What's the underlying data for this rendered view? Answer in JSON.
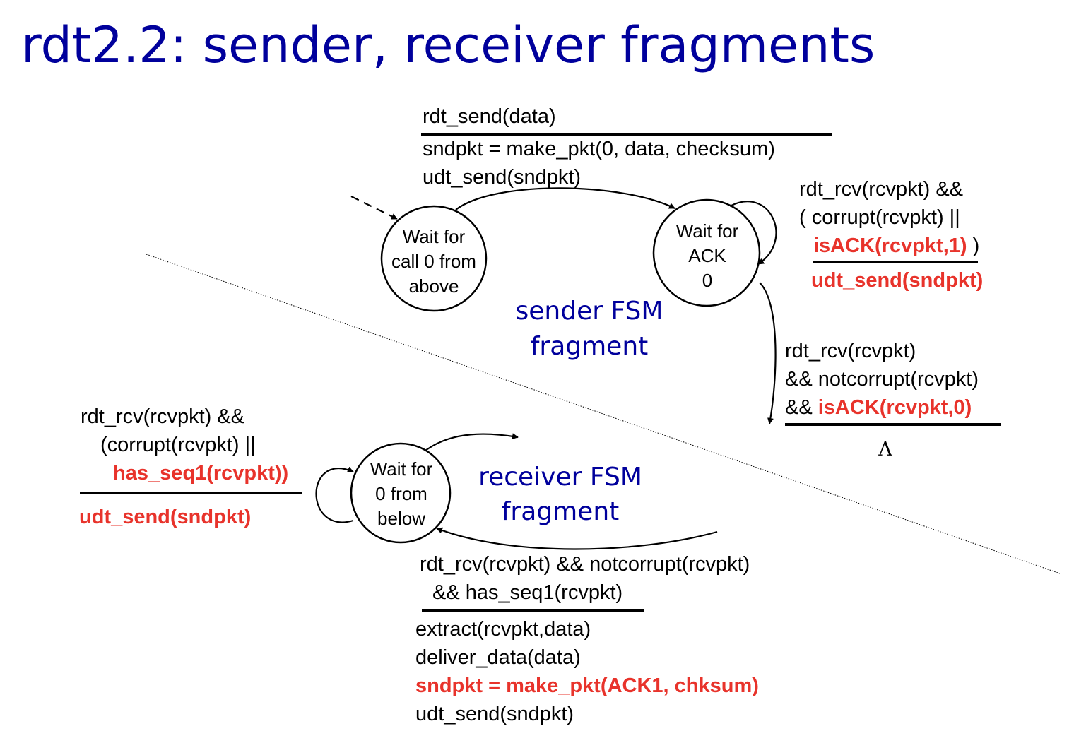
{
  "title": "rdt2.2: sender, receiver fragments",
  "sender": {
    "fsm_label": [
      "sender FSM",
      "fragment"
    ],
    "state_wait_call0": [
      "Wait for",
      "call 0 from",
      "above"
    ],
    "state_wait_ack0": [
      "Wait for",
      "ACK",
      "0"
    ],
    "send_event": "rdt_send(data)",
    "send_actions": [
      "sndpkt = make_pkt(0, data, checksum)",
      "udt_send(sndpkt)"
    ],
    "self_loop_event": {
      "line1": "rdt_rcv(rcvpkt) &&",
      "line2": "( corrupt(rcvpkt) ||",
      "line3_red": "isACK(rcvpkt,1)",
      "line3_tail": " )"
    },
    "self_loop_action": "udt_send(sndpkt)",
    "ack_event": {
      "line1": "rdt_rcv(rcvpkt)",
      "line2": "&& notcorrupt(rcvpkt)",
      "line3_prefix": "&& ",
      "line3_red": "isACK(rcvpkt,0)"
    },
    "ack_action": "Λ"
  },
  "receiver": {
    "fsm_label": [
      "receiver FSM",
      "fragment"
    ],
    "state_wait_0_below": [
      "Wait for",
      "0 from",
      "below"
    ],
    "self_loop_event": {
      "line1": "rdt_rcv(rcvpkt) &&",
      "line2": "(corrupt(rcvpkt) ||",
      "line3_red": "has_seq1(rcvpkt))"
    },
    "self_loop_action": "udt_send(sndpkt)",
    "rcv_event": [
      "rdt_rcv(rcvpkt) && notcorrupt(rcvpkt)",
      "&& has_seq1(rcvpkt)"
    ],
    "rcv_actions": [
      "extract(rcvpkt,data)",
      "deliver_data(data)"
    ],
    "rcv_action_red": "sndpkt = make_pkt(ACK1, chksum)",
    "rcv_action_last": "udt_send(sndpkt)"
  }
}
